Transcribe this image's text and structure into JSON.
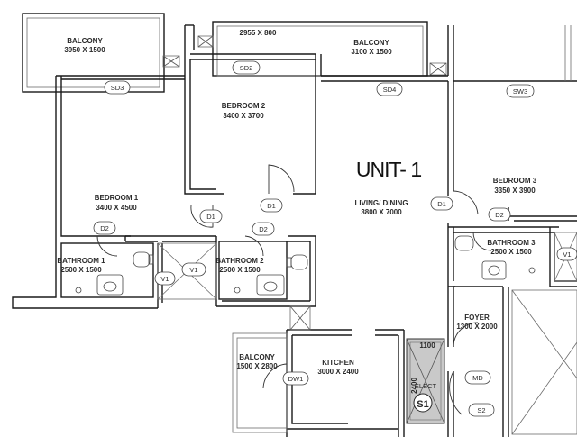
{
  "unit_label": "UNIT- 1",
  "rooms": {
    "balcony_left": {
      "name": "BALCONY",
      "size": "3950 X 1500"
    },
    "balcony_top": {
      "name": "BALCONY",
      "size": "3100 X 1500",
      "extra": "2955 X 800"
    },
    "bedroom_1": {
      "name": "BEDROOM 1",
      "size": "3400 X 4500"
    },
    "bedroom_2": {
      "name": "BEDROOM 2",
      "size": "3400 X 3700"
    },
    "bedroom_3": {
      "name": "BEDROOM 3",
      "size": "3350 X 3900"
    },
    "living_dining": {
      "name": "LIVING/ DINING",
      "size": "3800 X 7000"
    },
    "bathroom_1": {
      "name": "BATHROOM 1",
      "size": "2500 X 1500"
    },
    "bathroom_2": {
      "name": "BATHROOM 2",
      "size": "2500 X 1500"
    },
    "bathroom_3": {
      "name": "BATHROOM 3",
      "size": "2500 X 1500"
    },
    "foyer": {
      "name": "FOYER",
      "size": "1300 X 2000"
    },
    "kitchen": {
      "name": "KITCHEN",
      "size": "3000 X 2400"
    },
    "balcony_kitchen": {
      "name": "BALCONY",
      "size": "1500 X 2800"
    }
  },
  "tags": {
    "sd3": "SD3",
    "sd2": "SD2",
    "sd4": "SD4",
    "sw3": "SW3",
    "d1_bed1": "D1",
    "d1_bed2": "D1",
    "d1_bed3": "D1",
    "d2_bath1": "D2",
    "d2_bath2": "D2",
    "d2_bath3": "D2",
    "v1_bath1": "V1",
    "v1_bath2": "V1",
    "v1_bath3": "V1",
    "dw1": "DW1",
    "md": "MD",
    "s2": "S2"
  },
  "lift": {
    "label": "ELECT",
    "shaft": "S1",
    "width": "1100",
    "depth": "2400"
  }
}
